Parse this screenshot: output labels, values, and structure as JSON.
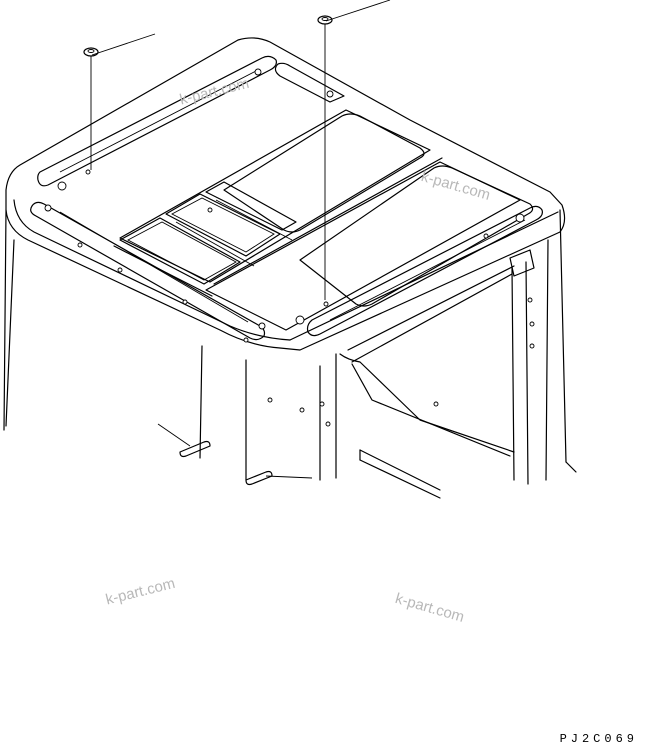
{
  "drawing": {
    "code": "PJ2C069"
  },
  "watermarks": [
    "k-part.com",
    "k-part.com",
    "k-part.com",
    "k-part.com"
  ]
}
